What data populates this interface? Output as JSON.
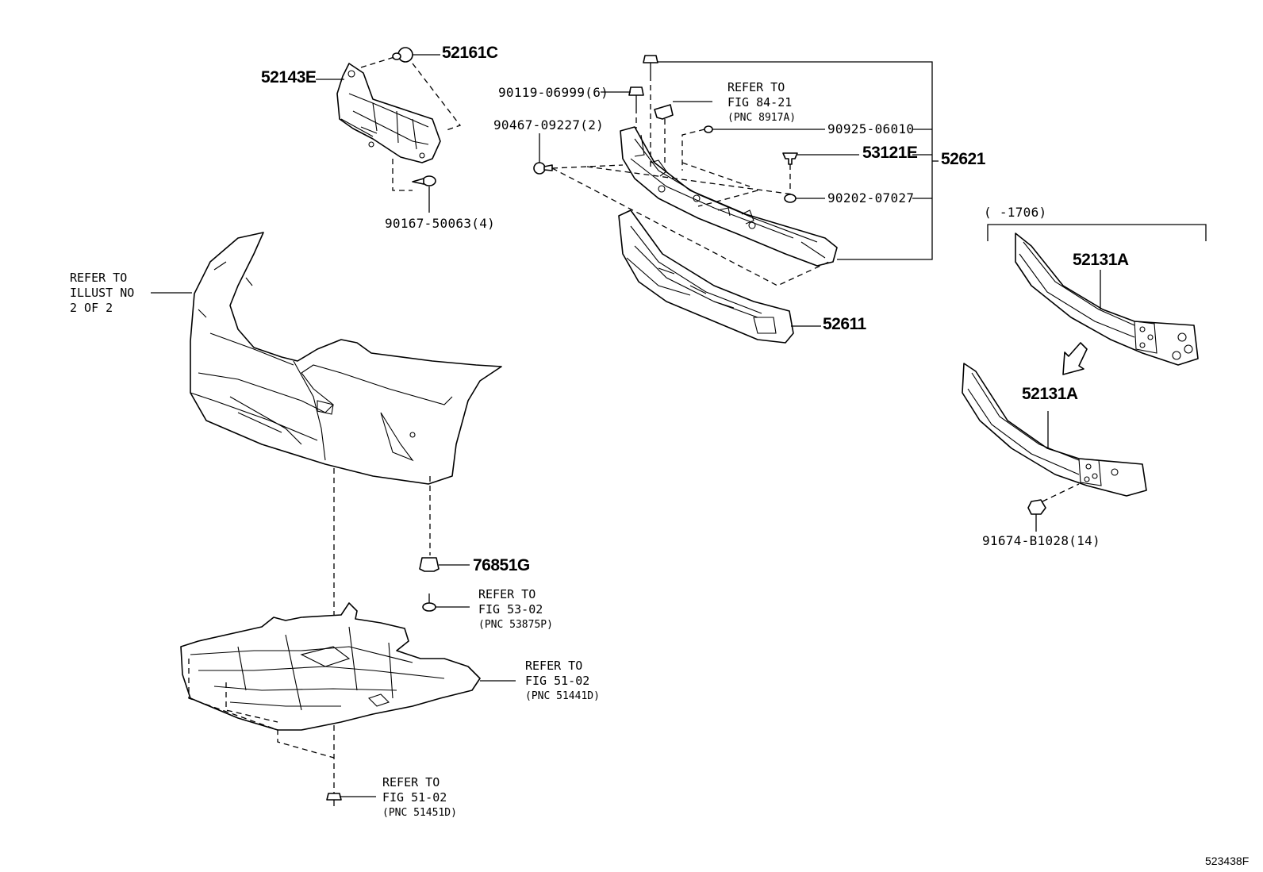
{
  "parts": {
    "p52161C": "52161C",
    "p52143E": "52143E",
    "p90167": "90167-50063(4)",
    "p90119": "90119-06999(6)",
    "p90467": "90467-09227(2)",
    "p90925": "90925-06010",
    "p53121E": "53121E",
    "p52621": "52621",
    "p90202": "90202-07027",
    "p52611": "52611",
    "p52131A_top": "52131A",
    "p52131A_bottom": "52131A",
    "p91674": "91674-B1028(14)",
    "p76851G": "76851G"
  },
  "range_label": "(    -1706)",
  "refs": {
    "fig84": {
      "line1": "REFER TO",
      "line2": "FIG 84-21",
      "line3": "(PNC 8917A)"
    },
    "illust": {
      "line1": "REFER TO",
      "line2": "ILLUST NO",
      "line3": "2 OF 2"
    },
    "fig53": {
      "line1": "REFER TO",
      "line2": "FIG 53-02",
      "line3": "(PNC 53875P)"
    },
    "fig51a": {
      "line1": "REFER TO",
      "line2": "FIG 51-02",
      "line3": "(PNC 51441D)"
    },
    "fig51b": {
      "line1": "REFER TO",
      "line2": "FIG 51-02",
      "line3": "(PNC 51451D)"
    }
  },
  "diagram_id": "523438F"
}
